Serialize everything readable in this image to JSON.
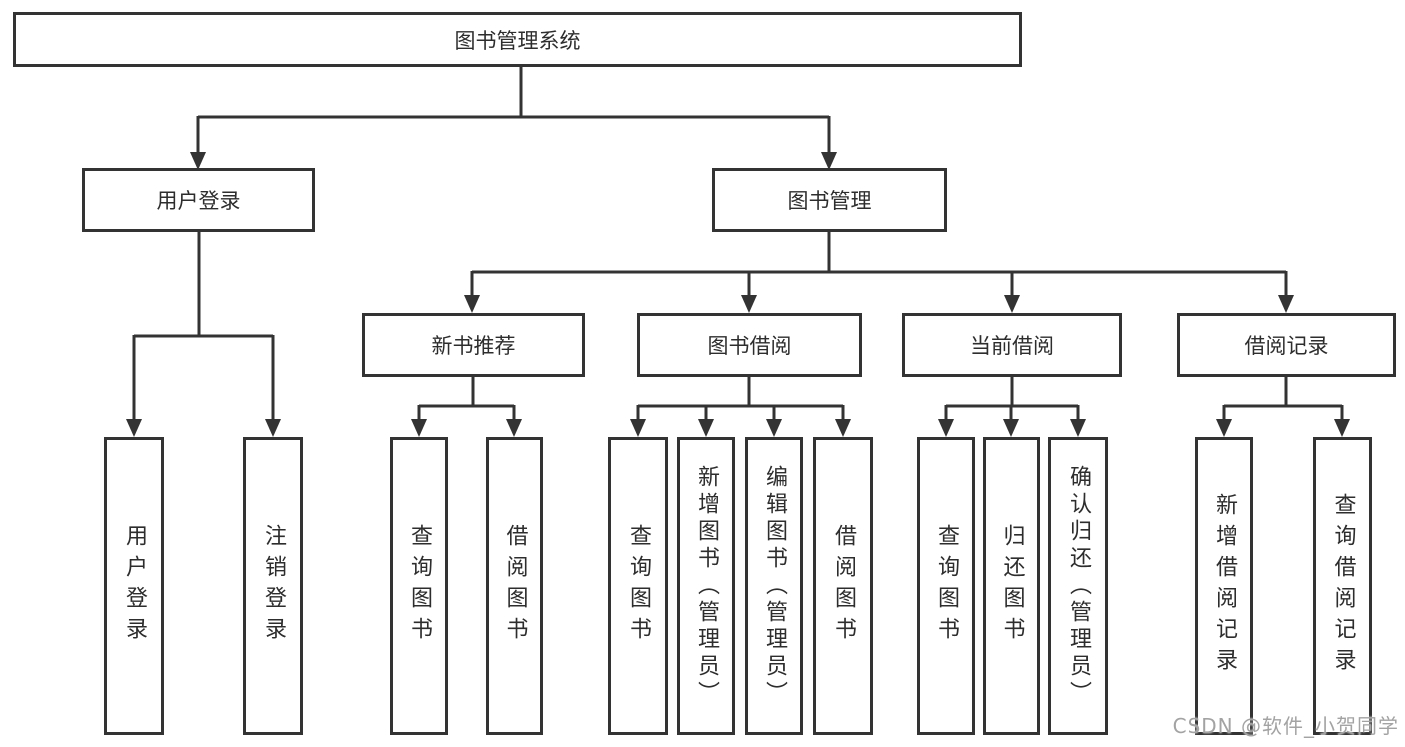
{
  "diagram": {
    "root": {
      "label": "图书管理系统"
    },
    "branches": [
      {
        "label": "用户登录",
        "children": [
          {
            "label": "用户登录"
          },
          {
            "label": "注销登录"
          }
        ]
      },
      {
        "label": "图书管理",
        "children": [
          {
            "label": "新书推荐",
            "children": [
              {
                "label": "查询图书"
              },
              {
                "label": "借阅图书"
              }
            ]
          },
          {
            "label": "图书借阅",
            "children": [
              {
                "label": "查询图书"
              },
              {
                "label": "新增图书（管理员）"
              },
              {
                "label": "编辑图书（管理员）"
              },
              {
                "label": "借阅图书"
              }
            ]
          },
          {
            "label": "当前借阅",
            "children": [
              {
                "label": "查询图书"
              },
              {
                "label": "归还图书"
              },
              {
                "label": "确认归还（管理员）"
              }
            ]
          },
          {
            "label": "借阅记录",
            "children": [
              {
                "label": "新增借阅记录"
              },
              {
                "label": "查询借阅记录"
              }
            ]
          }
        ]
      }
    ]
  },
  "watermark": {
    "text": "CSDN @软件_小贺同学"
  },
  "colors": {
    "line": "#333333",
    "box_border": "#333333",
    "text": "#2d2d2d",
    "watermark": "#a3a3a3",
    "background": "#ffffff"
  }
}
